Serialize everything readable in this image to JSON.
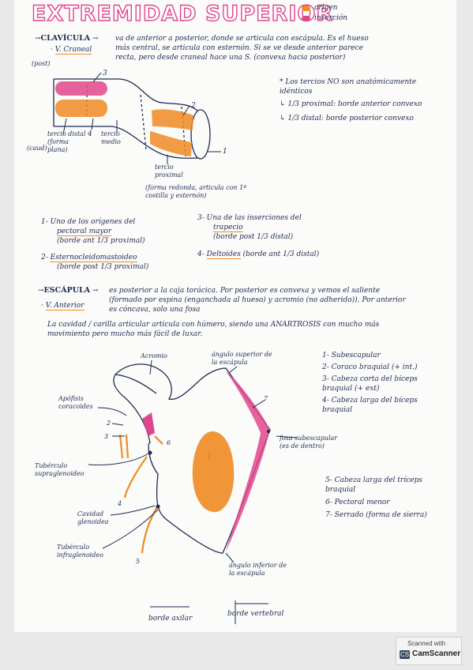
{
  "title": "EXTREMIDAD SUPERIOR",
  "legend": {
    "origen": "origen",
    "insercion": "inserción",
    "origen_color": "#f08a24",
    "insercion_color": "#e0468c"
  },
  "clavicula": {
    "heading": "CLAVÍCULA",
    "vista": "V. Craneal",
    "line1": "va de anterior a posterior, donde se articula con escápula. Es el hueso",
    "line2": "más central, se articula con esternón. Si se ve desde anterior parece",
    "line3": "recta, pero desde craneal hace una S. (convexa hacia posterior)",
    "post": "(post)",
    "caud": "(caud)",
    "n3": "3",
    "n2": "2",
    "n4": "4",
    "n1": "1",
    "tercio_distal": "tercio distal (forma plana)",
    "tercio_medio": "tercio medio",
    "tercio_proximal": "tercio proximal",
    "forma_redonda": "(forma redonda, articula con 1ª costilla y esternón)",
    "note1": "* Los tercios NO son anatómicamente idénticos",
    "note2": "↳ 1/3 proximal: borde anterior convexo",
    "note3": "↳ 1/3 distal: borde posterior convexo",
    "items": [
      {
        "n": "1-",
        "main": "Uno de los orígenes del",
        "ul": "pectoral mayor",
        "sub": "(borde ant 1/3 proximal)"
      },
      {
        "n": "2-",
        "main": "",
        "ul": "Esternocleidomastoideo",
        "sub": "(borde post 1/3 proximal)"
      },
      {
        "n": "3-",
        "main": "Una de las inserciones del",
        "ul": "trapecio",
        "sub": "(borde post 1/3 distal)"
      },
      {
        "n": "4-",
        "main": "",
        "ul": "Deltoides",
        "sub": "(borde ant 1/3 distal)"
      }
    ]
  },
  "escapula": {
    "heading": "ESCÁPULA",
    "vista": "V. Anterior",
    "line1": "es posterior a la caja torácica. Por posterior es convexa y vemos el saliente",
    "line2": "(formado por espina (enganchada al hueso) y acromio (no adherido)). Por anterior",
    "line3": "es cóncava, solo una fosa",
    "line4": "La cavidad / carilla articular articula con húmero, siendo una ANARTROSIS con mucho más",
    "line5": "movimiento pero mucho más fácil de luxar.",
    "acromio": "Acromio",
    "angulo_sup": "ángulo superior de la escápula",
    "apofisis": "Apófisis coracoides",
    "tuberculo_supra": "Tubérculo supraglenoideo",
    "cavidad": "Cavidad glenoidea",
    "tuberculo_infra": "Tubérculo infraglenoideo",
    "fosa": "fosa subescapular (es de dentro)",
    "angulo_inf": "ángulo inferior de la escápula",
    "borde_axilar": "borde axilar",
    "borde_vertebral": "borde vertebral",
    "n_labels": [
      "1",
      "2",
      "3",
      "4",
      "5",
      "6",
      "7"
    ],
    "list": [
      "1- Subescapular",
      "2- Coraco braquial (+ int.)",
      "3- Cabeza corta del bíceps braquial (+ ext)",
      "4- Cabeza larga del bíceps braquial",
      "5- Cabeza larga del tríceps braquial",
      "6- Pectoral menor",
      "7- Serrado (forma de sierra)"
    ]
  },
  "scanner": {
    "scanned_with": "Scanned with",
    "brand": "CamScanner",
    "logo": "CS"
  }
}
